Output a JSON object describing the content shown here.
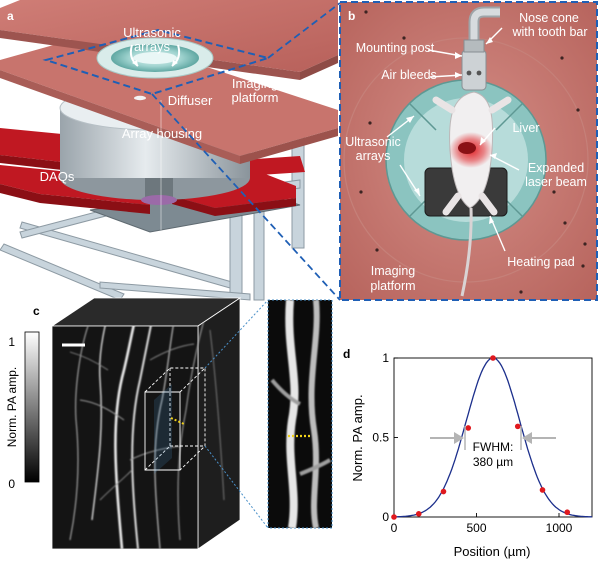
{
  "figure": {
    "panel_a": {
      "letter": "a",
      "labels": {
        "ultrasonic_arrays": [
          "Ultrasonic",
          "arrays"
        ],
        "diffuser": "Diffuser",
        "imaging_platform": [
          "Imaging",
          "platform"
        ],
        "array_housing": "Array housing",
        "daqs": "DAQs"
      }
    },
    "panel_b": {
      "letter": "b",
      "labels": {
        "mounting_post": "Mounting post",
        "air_bleeds": "Air bleeds",
        "nose_cone": [
          "Nose cone",
          "with tooth bar"
        ],
        "liver": "Liver",
        "ultrasonic_arrays": [
          "Ultrasonic",
          "arrays"
        ],
        "expanded_laser_beam": [
          "Expanded",
          "laser beam"
        ],
        "heating_pad": "Heating pad",
        "imaging_platform": [
          "Imaging",
          "platform"
        ]
      }
    },
    "panel_c": {
      "letter": "c",
      "colorbar": {
        "label": "Norm. PA amp.",
        "top_tick": "1",
        "bottom_tick": "0"
      }
    },
    "panel_d": {
      "letter": "d",
      "annotation": [
        "FWHM:",
        "380 µm"
      ]
    },
    "colors": {
      "platform": "#c0706a",
      "platform_light": "#d98e86",
      "teal": "#8bc4c0",
      "daq_red": "#c01822",
      "dashed_blue": "#1f5fb5",
      "fit_line": "#1c2f8c",
      "points": "#e0191e"
    }
  },
  "chart_data": {
    "type": "line",
    "title": "",
    "xlabel": "Position (µm)",
    "ylabel": "Norm. PA amp.",
    "xlim": [
      0,
      1200
    ],
    "ylim": [
      0,
      1
    ],
    "xticks": [
      0,
      500,
      1000
    ],
    "yticks": [
      0,
      0.5,
      1
    ],
    "grid": false,
    "series": [
      {
        "mode": "markers",
        "x": [
          0,
          150,
          300,
          450,
          600,
          750,
          900,
          1050
        ],
        "y": [
          0.0,
          0.02,
          0.16,
          0.56,
          1.0,
          0.57,
          0.17,
          0.03
        ]
      },
      {
        "mode": "line",
        "fit": "gaussian",
        "center": 600,
        "fwhm": 380,
        "x_range": [
          0,
          1200
        ]
      }
    ]
  }
}
